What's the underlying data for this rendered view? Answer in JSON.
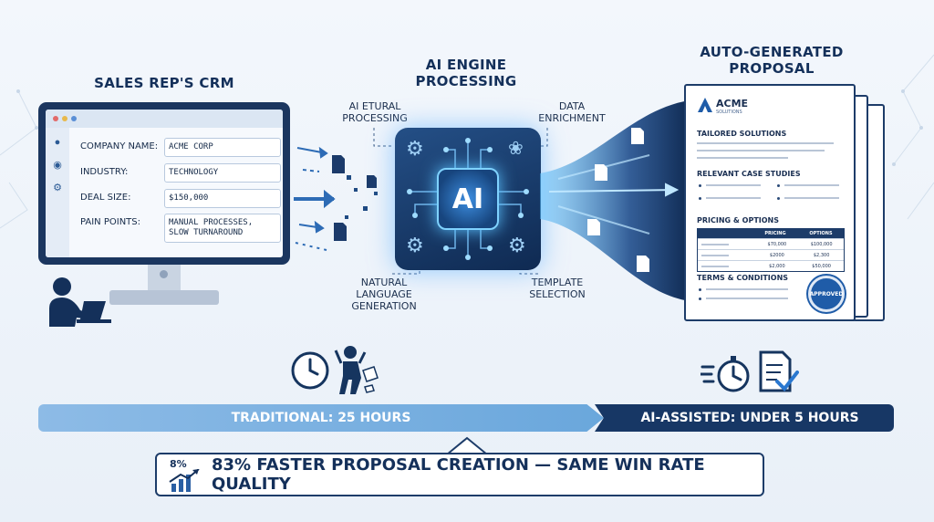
{
  "crm": {
    "title": "SALES REP'S CRM",
    "fields": [
      {
        "label": "COMPANY NAME:",
        "value": "ACME CORP"
      },
      {
        "label": "INDUSTRY:",
        "value": "TECHNOLOGY"
      },
      {
        "label": "DEAL SIZE:",
        "value": "$150,000"
      },
      {
        "label": "PAIN POINTS:",
        "value": "MANUAL PROCESSES, SLOW TURNAROUND"
      }
    ]
  },
  "engine": {
    "title": "AI ENGINE PROCESSING",
    "chip_text": "AI",
    "labels": {
      "top_left": "AI ETURAL PROCESSING",
      "top_right": "DATA ENRICHMENT",
      "bottom_left": "NATURAL LANGUAGE GENERATION",
      "bottom_right": "TEMPLATE SELECTION"
    }
  },
  "proposal": {
    "title": "AUTO-GENERATED PROPOSAL",
    "brand_name": "ACME",
    "brand_sub": "SOLUTIONS",
    "sections": {
      "tailored": "TAILORED SOLUTIONS",
      "case_studies": "RELEVANT CASE STUDIES",
      "pricing": "PRICING & OPTIONS",
      "terms": "TERMS & CONDITIONS"
    },
    "pricing_table": {
      "headers": [
        "PRICING",
        "OPTIONS"
      ],
      "rows": [
        [
          "$70,000",
          "$100,000"
        ],
        [
          "$2000",
          "$2,300"
        ],
        [
          "$2,000",
          "$50,000"
        ]
      ]
    },
    "seal": "APPROVED"
  },
  "timeline": {
    "traditional": "TRADITIONAL: 25 HOURS",
    "ai_assisted": "AI-ASSISTED: UNDER 5 HOURS"
  },
  "banner": {
    "icon_text": "8%",
    "text": "83% FASTER PROPOSAL CREATION — SAME WIN RATE QUALITY"
  },
  "colors": {
    "navy": "#173765",
    "light_blue": "#7fb4e2",
    "glow": "#5bc2ff"
  }
}
